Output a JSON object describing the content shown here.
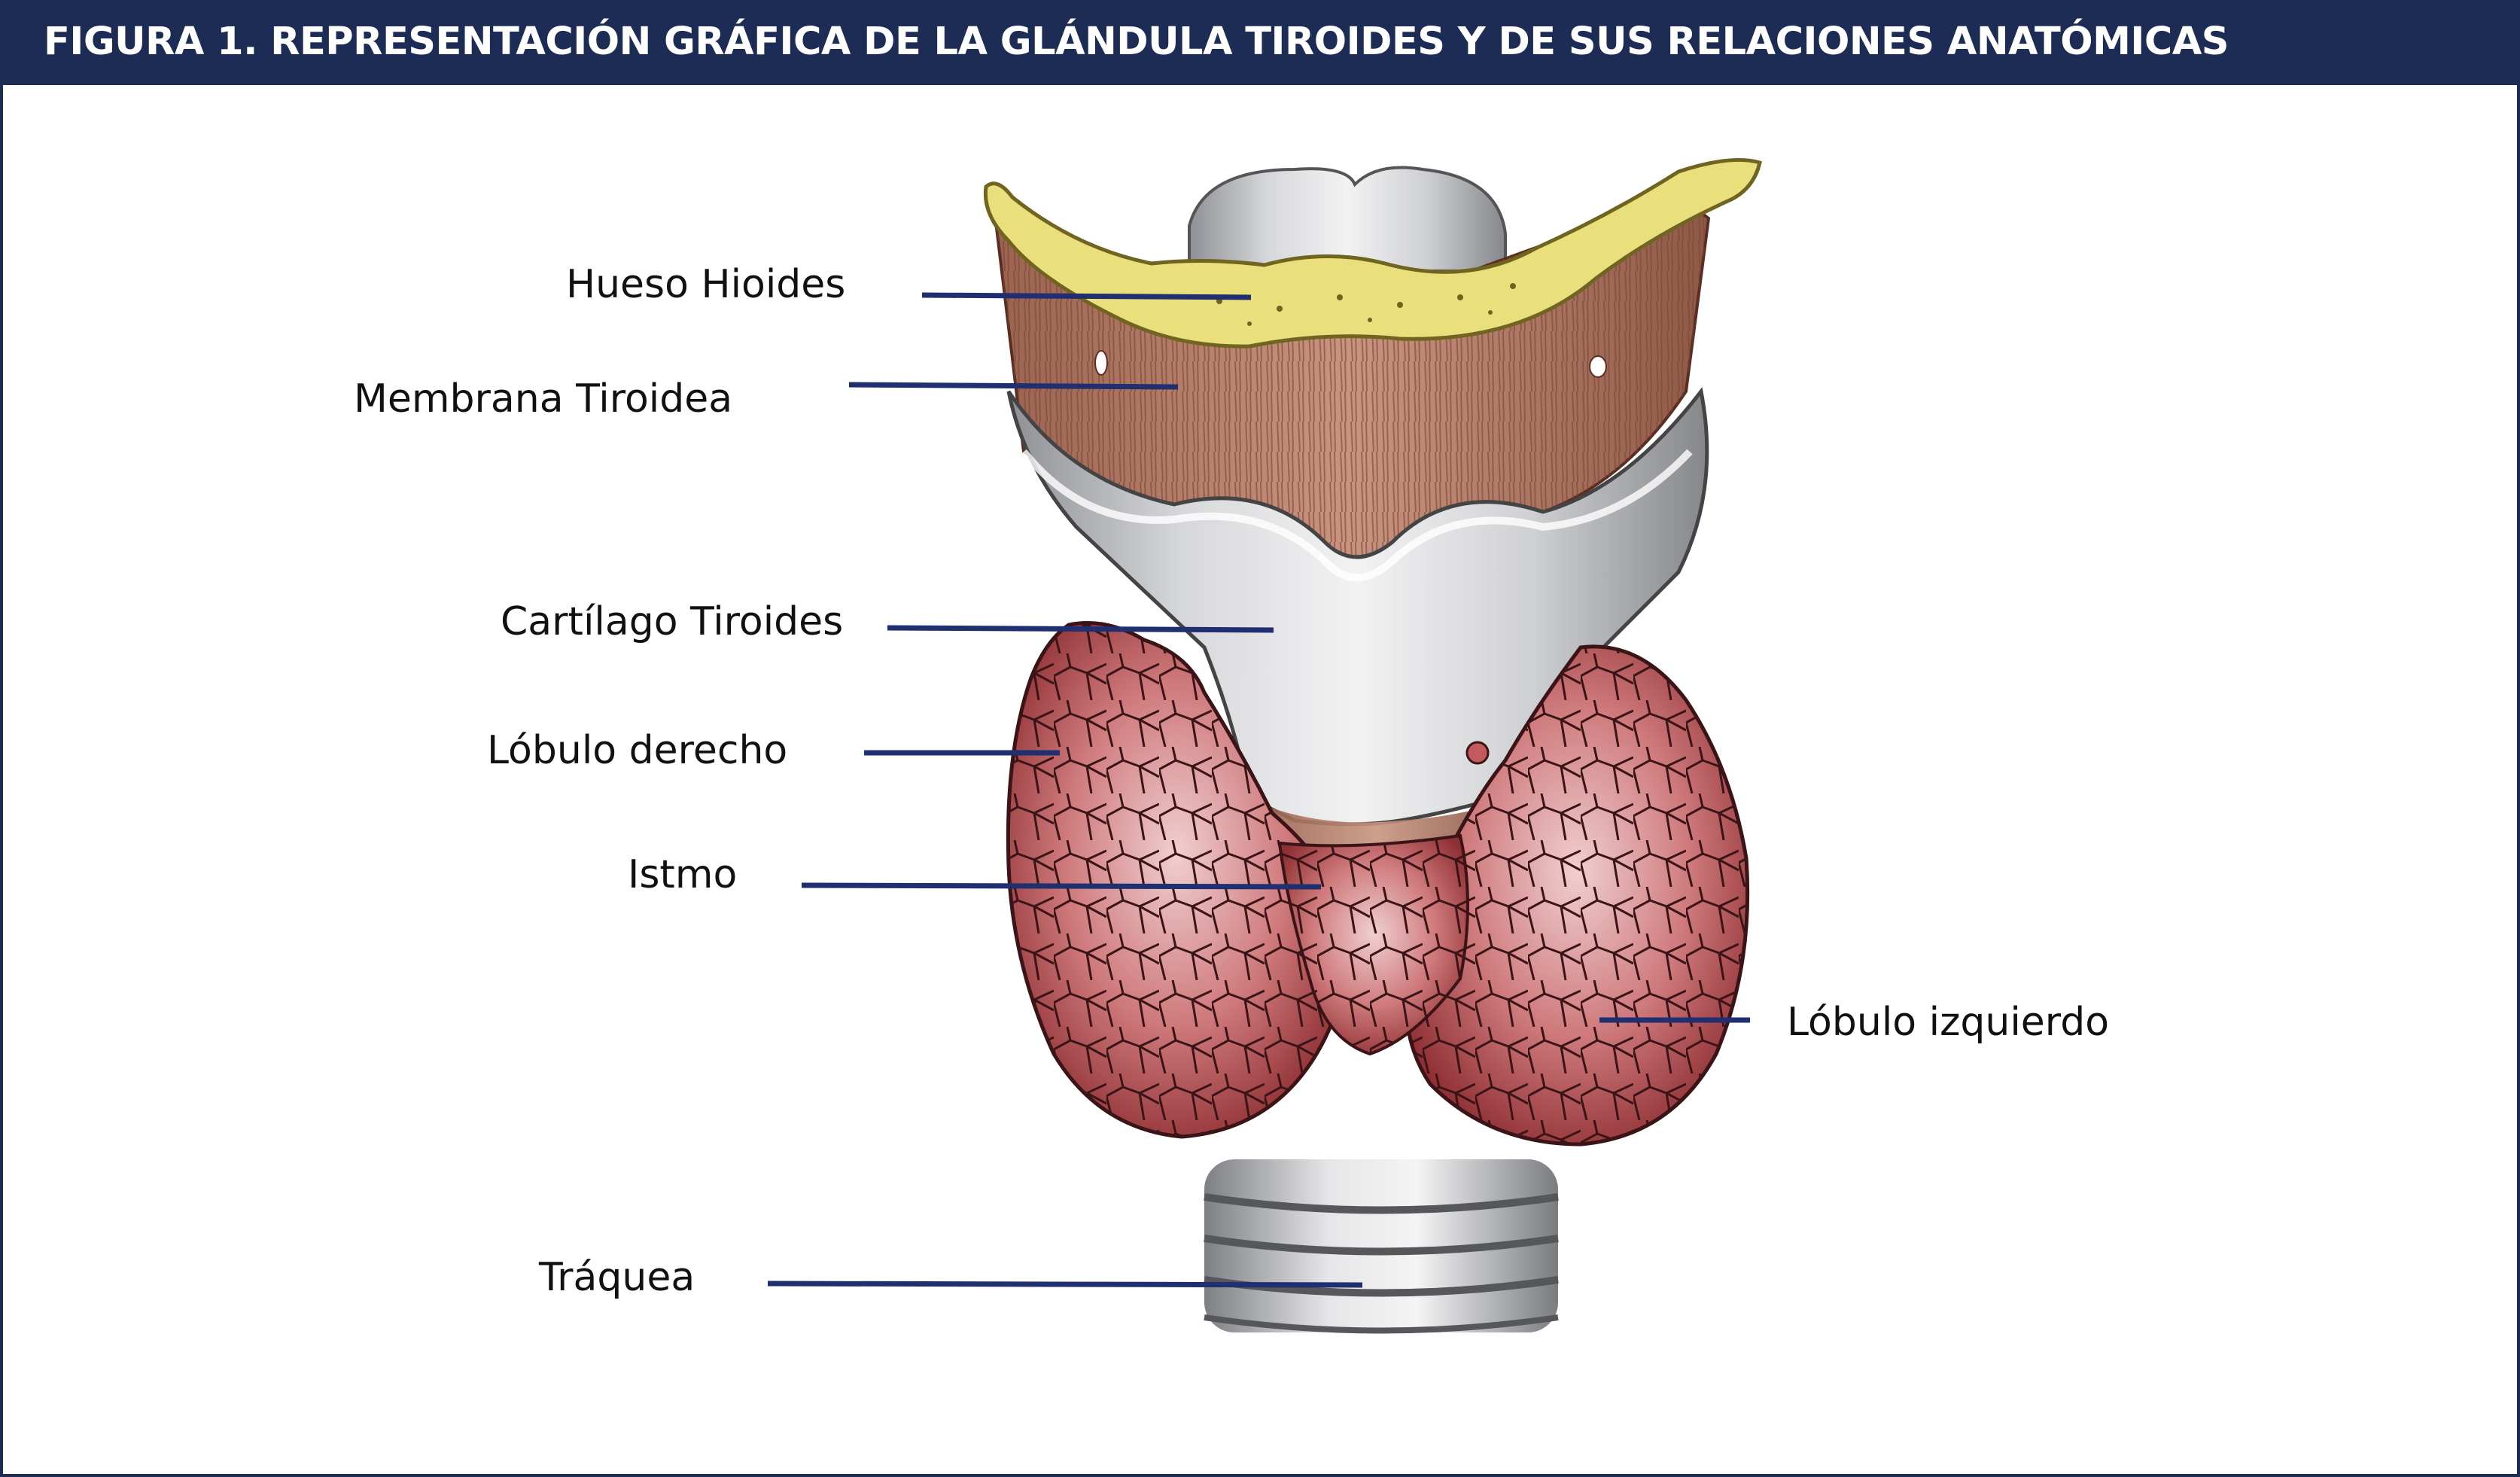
{
  "title": "FIGURA 1. REPRESENTACIÓN GRÁFICA DE LA GLÁNDULA TIROIDES Y DE SUS RELACIONES ANATÓMICAS",
  "labels": {
    "hyoid": "Hueso Hioides",
    "membrane": "Membrana Tiroidea",
    "cartilage": "Cartílago Tiroides",
    "right_lobe": "Lóbulo derecho",
    "isthmus": "Istmo",
    "left_lobe": "Lóbulo izquierdo",
    "trachea": "Tráquea"
  },
  "colors": {
    "header": "#1c2c55",
    "leader_line": "#1f2f70",
    "bone": "#e8de7a",
    "membrane": "#b07a62",
    "cartilage": "#c9cbcf",
    "gland": "#b8494c",
    "trachea": "#bfc1c4"
  }
}
